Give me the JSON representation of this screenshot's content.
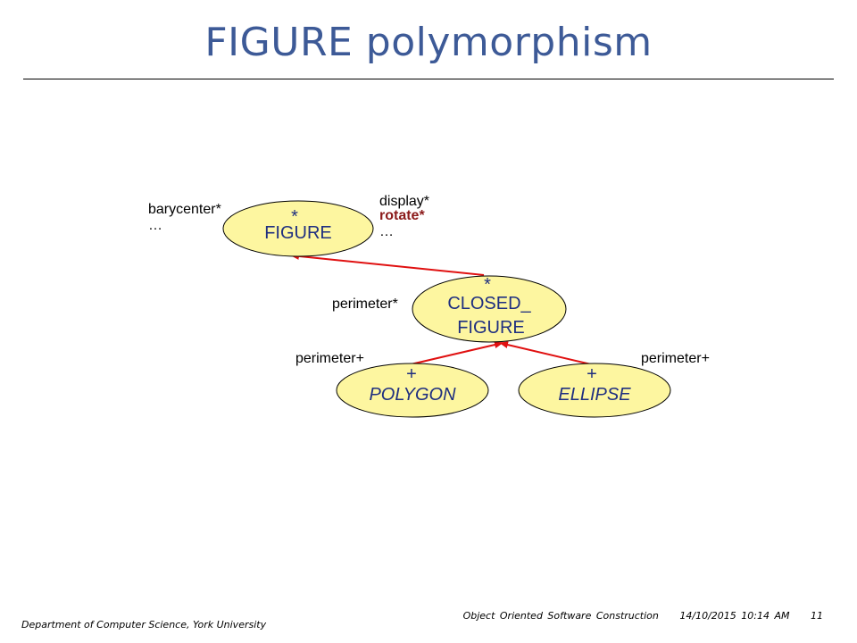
{
  "title": "FIGURE polymorphism",
  "nodes": {
    "figure": {
      "marker": "*",
      "name": "FIGURE"
    },
    "closed_figure": {
      "marker": "*",
      "name_line1": "CLOSED_",
      "name_line2": "FIGURE"
    },
    "polygon": {
      "marker": "+",
      "name": "POLYGON"
    },
    "ellipse": {
      "marker": "+",
      "name": "ELLIPSE"
    }
  },
  "features": {
    "barycenter": "barycenter*",
    "ellipsis_left": "…",
    "display": "display*",
    "rotate": "rotate*",
    "ellipsis_right": "…",
    "perimeter_deferred": "perimeter*",
    "perimeter_polygon": "perimeter+",
    "perimeter_ellipse": "perimeter+"
  },
  "footer": {
    "department": "Department of Computer Science, York University",
    "course": "Object Oriented Software Construction",
    "datetime": "14/10/2015 10:14 AM",
    "page": "11"
  },
  "colors": {
    "title": "#3d5a97",
    "node_fill": "#fdf6a0",
    "node_text": "#1f2f80",
    "arrow": "#e01010",
    "highlight_feature": "#8b1a1a"
  }
}
